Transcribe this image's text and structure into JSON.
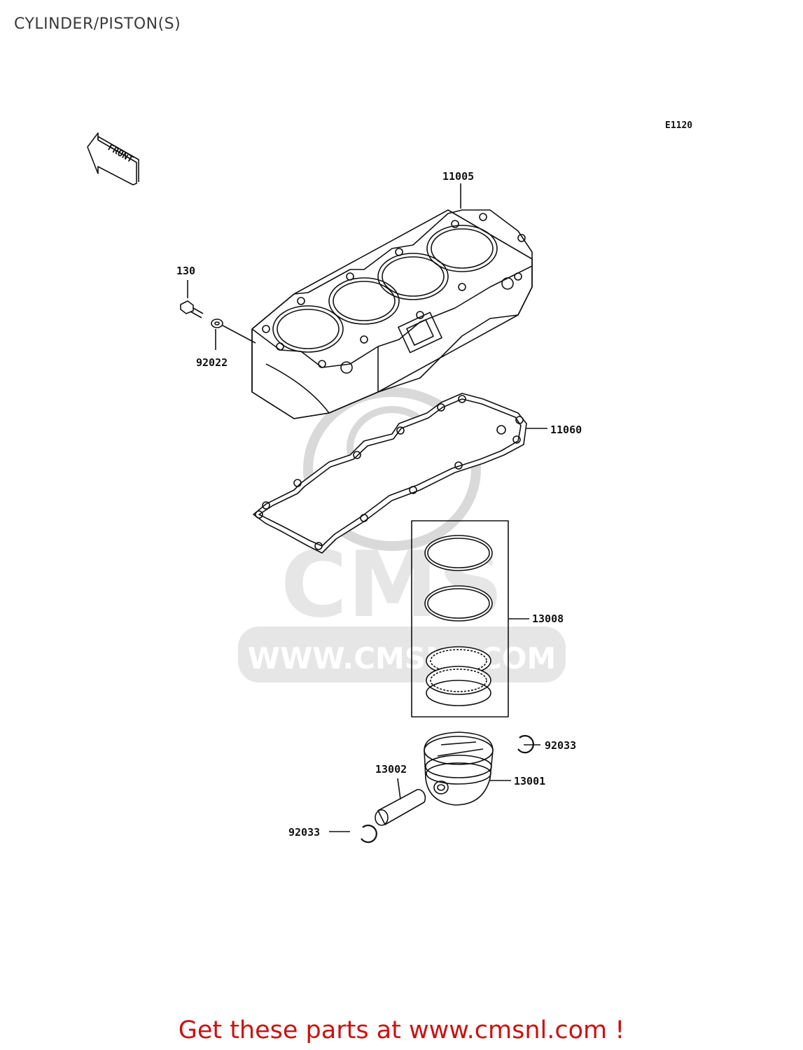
{
  "page": {
    "title": "CYLINDER/PISTON(S)",
    "diagram_code": "E1120",
    "front_marker": "FRONT",
    "footer": "Get these parts at www.cmsnl.com !"
  },
  "watermark": {
    "logo": "CMS",
    "url": "WWW.CMSNL.COM"
  },
  "parts": [
    {
      "number": "11005",
      "name": "cylinder-block"
    },
    {
      "number": "130",
      "name": "bolt"
    },
    {
      "number": "92022",
      "name": "washer"
    },
    {
      "number": "11060",
      "name": "cylinder-gasket"
    },
    {
      "number": "13008",
      "name": "piston-ring-set"
    },
    {
      "number": "92033",
      "name": "snap-ring-upper"
    },
    {
      "number": "13002",
      "name": "piston-pin"
    },
    {
      "number": "13001",
      "name": "piston"
    },
    {
      "number": "92033",
      "name": "snap-ring-lower"
    }
  ],
  "colors": {
    "line": "#111111",
    "watermark": "#d9d9d9",
    "footer": "#cc1111"
  }
}
